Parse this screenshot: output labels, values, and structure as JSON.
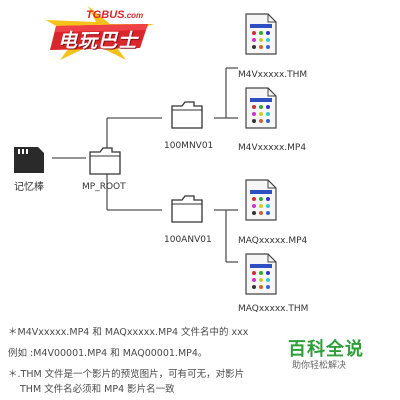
{
  "logo": {
    "site": "TGBUS",
    "domain_suffix": ".com",
    "brand": "电玩巴士"
  },
  "tree": {
    "device_label": "记忆棒",
    "root_label": "MP_ROOT",
    "folder_a": "100MNV01",
    "folder_b": "100ANV01",
    "files": [
      "M4Vxxxxx.THM",
      "M4Vxxxxx.MP4",
      "MAQxxxxx.MP4",
      "MAQxxxxx.THM"
    ]
  },
  "notes": [
    "＊M4Vxxxxx.MP4 和 MAQxxxxx.MP4 文件名中的 xxx",
    "例如 :M4V00001.MP4 和 MAQ00001.MP4。",
    "＊.THM 文件是一个影片的预览图片，可有可无，对影片",
    "THM 文件名必须和 MP4 影片名一致"
  ],
  "watermark": {
    "title": "百科全说",
    "subtitle": "助你轻松解决"
  },
  "colors": {
    "logo_red": "#d9262c",
    "star_yellow": "#f4c21b",
    "line_gray": "#555555",
    "watermark_green": "#2f9e3a"
  }
}
